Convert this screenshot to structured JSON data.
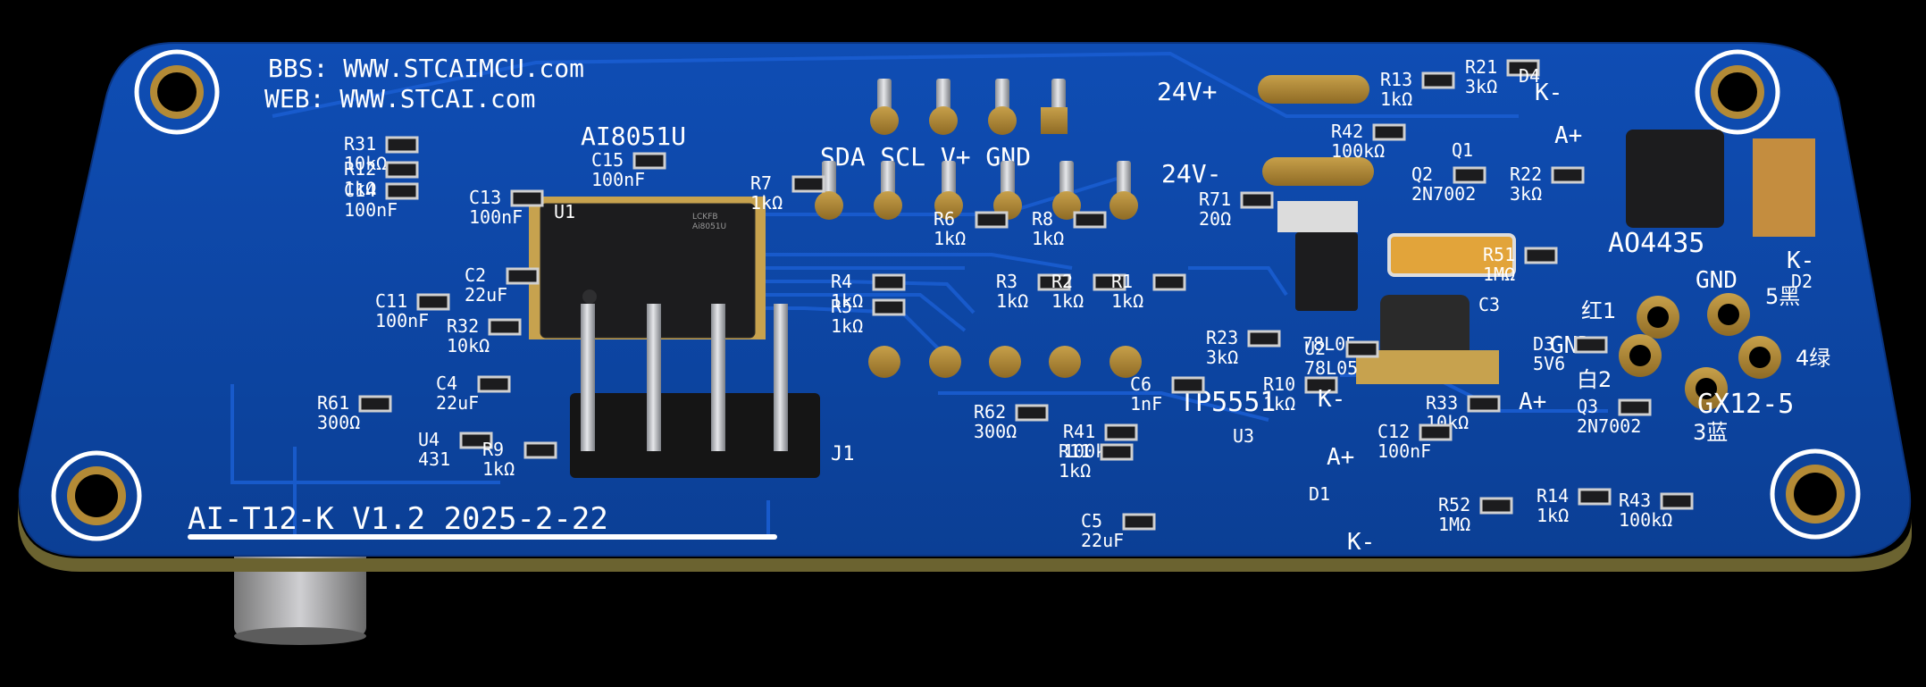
{
  "header": {
    "bbs": "BBS: WWW.STCAIMCU.com",
    "web": "WEB: WWW.STCAI.com",
    "mcu": "AI8051U",
    "version": "AI-T12-K V1.2 2025-2-22"
  },
  "header_labels": [
    "24V+",
    "24V-",
    "SDA SCL V+ GND",
    "AO4435",
    "GX12-5",
    "TP5551",
    "78L05",
    "J1"
  ],
  "connector": {
    "pins": [
      "5黑",
      "4绿",
      "3蓝",
      "白2",
      "红1",
      "GND",
      "GND"
    ]
  },
  "components": [
    {
      "ref": "R31",
      "value": "10kΩ"
    },
    {
      "ref": "R12",
      "value": "1kΩ"
    },
    {
      "ref": "C14",
      "value": "100nF"
    },
    {
      "ref": "C13",
      "value": "100nF"
    },
    {
      "ref": "C2",
      "value": "22uF"
    },
    {
      "ref": "C11",
      "value": "100nF"
    },
    {
      "ref": "R32",
      "value": "10kΩ"
    },
    {
      "ref": "C4",
      "value": "22uF"
    },
    {
      "ref": "R61",
      "value": "300Ω"
    },
    {
      "ref": "U4",
      "value": "431"
    },
    {
      "ref": "R9",
      "value": "1kΩ"
    },
    {
      "ref": "C15",
      "value": "100nF"
    },
    {
      "ref": "R7",
      "value": "1kΩ"
    },
    {
      "ref": "R6",
      "value": "1kΩ"
    },
    {
      "ref": "R8",
      "value": "1kΩ"
    },
    {
      "ref": "R4",
      "value": "1kΩ"
    },
    {
      "ref": "R5",
      "value": "1kΩ"
    },
    {
      "ref": "R3",
      "value": "1kΩ"
    },
    {
      "ref": "R2",
      "value": "1kΩ"
    },
    {
      "ref": "R1",
      "value": "1kΩ"
    },
    {
      "ref": "R62",
      "value": "300Ω"
    },
    {
      "ref": "R13",
      "value": "1kΩ"
    },
    {
      "ref": "R42",
      "value": "100kΩ"
    },
    {
      "ref": "R21",
      "value": "3kΩ"
    },
    {
      "ref": "R22",
      "value": "3kΩ"
    },
    {
      "ref": "Q2",
      "value": "2N7002"
    },
    {
      "ref": "R71",
      "value": "20Ω"
    },
    {
      "ref": "R51",
      "value": "1MΩ"
    },
    {
      "ref": "U2",
      "value": "78L05"
    },
    {
      "ref": "R23",
      "value": "3kΩ"
    },
    {
      "ref": "R10",
      "value": "1kΩ"
    },
    {
      "ref": "C6",
      "value": "1nF"
    },
    {
      "ref": "R41",
      "value": "100kΩ"
    },
    {
      "ref": "R11",
      "value": "1kΩ"
    },
    {
      "ref": "C5",
      "value": "22uF"
    },
    {
      "ref": "D3",
      "value": "5V6"
    },
    {
      "ref": "R33",
      "value": "10kΩ"
    },
    {
      "ref": "C12",
      "value": "100nF"
    },
    {
      "ref": "R52",
      "value": "1MΩ"
    },
    {
      "ref": "Q3",
      "value": "2N7002"
    },
    {
      "ref": "R14",
      "value": "1kΩ"
    },
    {
      "ref": "R43",
      "value": "100kΩ"
    }
  ],
  "polarity": [
    "K-",
    "A+",
    "K-",
    "A+",
    "A+",
    "K-",
    "K-"
  ],
  "designators": [
    "U1",
    "C3",
    "D4",
    "D1",
    "D2",
    "Q1",
    "U3"
  ],
  "ic": {
    "brand": "LCKFB",
    "part": "Ai8051U"
  },
  "colors": {
    "background": "#000000",
    "board": "#0e47a8",
    "board_dark": "#0a3786",
    "trace": "#1656c4",
    "silkscreen": "#ffffff",
    "pad_gold": "#b38a36",
    "ic_body": "#1c1c1e",
    "header_plastic": "#151515"
  }
}
